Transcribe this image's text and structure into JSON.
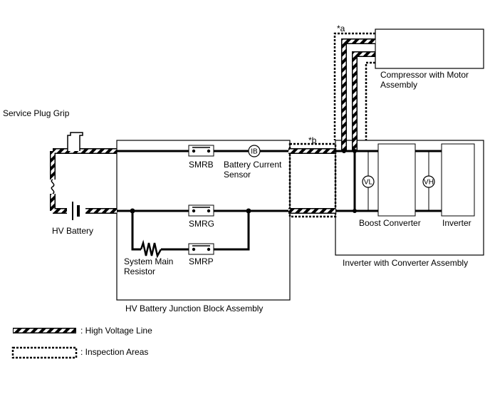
{
  "labels": {
    "service_plug_grip": "Service Plug Grip",
    "hv_battery": "HV Battery",
    "smrb": "SMRB",
    "smrg": "SMRG",
    "smrp": "SMRP",
    "battery_current_sensor_1": "Battery Current",
    "battery_current_sensor_2": "Sensor",
    "system_main_resistor_1": "System Main",
    "system_main_resistor_2": "Resistor",
    "junction_block": "HV Battery Junction Block Assembly",
    "compressor_1": "Compressor with Motor",
    "compressor_2": "Assembly",
    "boost_converter": "Boost Converter",
    "inverter": "Inverter",
    "inverter_assembly": "Inverter with Converter Assembly",
    "mark_a": "*a",
    "mark_b": "*b",
    "ib": "IB",
    "vl": "VL",
    "vh": "VH"
  },
  "legend": {
    "high_voltage_line": ": High Voltage Line",
    "inspection_areas": ": Inspection Areas"
  }
}
